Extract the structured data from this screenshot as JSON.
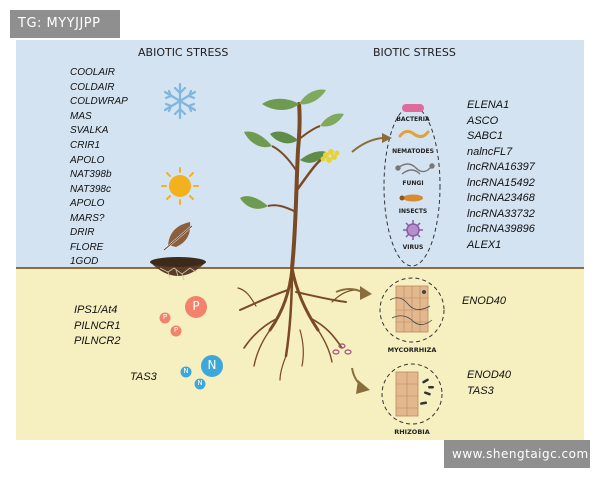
{
  "watermarks": {
    "top_left": "TG: MYYJJPP",
    "bottom_right": "www.shengtaigc.com"
  },
  "sections": {
    "abiotic": "ABIOTIC STRESS",
    "biotic": "BIOTIC STRESS"
  },
  "genes": {
    "cold": [
      "COOLAIR",
      "COLDAIR",
      "COLDWRAP",
      "MAS",
      "SVALKA",
      "CRIR1",
      "APOLO"
    ],
    "heat": [
      "NAT398b",
      "NAT398c",
      "APOLO",
      "MARS?"
    ],
    "drought": [
      "DRIR",
      "FLORE",
      "1GOD"
    ],
    "phosphate": [
      "IPS1/At4",
      "PILNCR1",
      "PILNCR2"
    ],
    "nitrogen": "TAS3",
    "biotic": [
      "ELENA1",
      "ASCO",
      "SABC1",
      "nalncFL7",
      "lncRNA16397",
      "lncRNA15492",
      "lncRNA23468",
      "lncRNA33732",
      "lncRNA39896",
      "ALEX1"
    ],
    "mycorrhiza": "ENOD40",
    "rhizobia": [
      "ENOD40",
      "TAS3"
    ]
  },
  "pathogens": [
    "BACTERIA",
    "NEMATODES",
    "FUNGI",
    "INSECTS",
    "VIRUS"
  ],
  "symbionts": {
    "mycorrhiza": "MYCORRHIZA",
    "rhizobia": "RHIZOBIA"
  },
  "nutrients": {
    "phosphate": "P",
    "nitrogen": "N"
  },
  "colors": {
    "sky": "#d3e3f2",
    "soil": "#f6efc0",
    "ground_line": "#8a6d3c",
    "stem": "#7a4a24",
    "leaf": "#6f9a52",
    "arrow": "#8a6d3c"
  },
  "icons": [
    "snowflake-icon",
    "sun-icon",
    "drought-icon",
    "cracked-soil-icon",
    "plant-icon",
    "bacteria-icon",
    "nematode-icon",
    "fungi-icon",
    "insect-icon",
    "virus-icon",
    "phosphate-icon",
    "nitrogen-icon",
    "mycorrhiza-icon",
    "rhizobia-icon"
  ]
}
